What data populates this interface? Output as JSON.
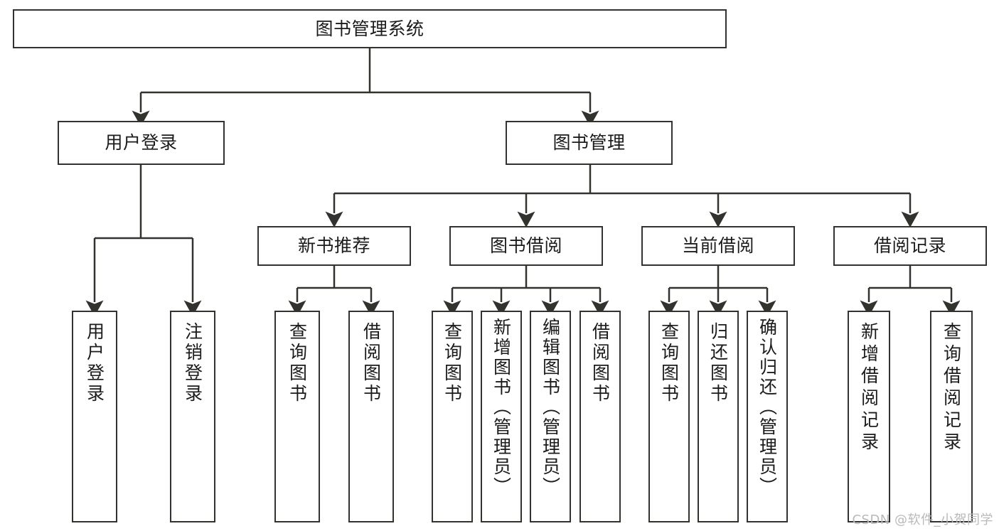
{
  "diagram": {
    "title": "图书管理系统",
    "type": "tree-hierarchy",
    "watermark": "CSDN @软件_小贺同学",
    "colors": {
      "stroke": "#32322f",
      "fill": "#ffffff",
      "text": "#1b1b1b",
      "watermark": "#b9b9b9"
    },
    "levels": {
      "root": {
        "label": "图书管理系统"
      },
      "level2": [
        {
          "id": "user-login",
          "label": "用户登录"
        },
        {
          "id": "book-management",
          "label": "图书管理"
        }
      ],
      "level3": [
        {
          "id": "new-book-recommend",
          "label": "新书推荐",
          "parent": "book-management"
        },
        {
          "id": "book-borrow",
          "label": "图书借阅",
          "parent": "book-management"
        },
        {
          "id": "current-borrow",
          "label": "当前借阅",
          "parent": "book-management"
        },
        {
          "id": "borrow-record",
          "label": "借阅记录",
          "parent": "book-management"
        }
      ],
      "leaves": {
        "user_login": [
          {
            "id": "leaf-user-login",
            "label": "用户登录"
          },
          {
            "id": "leaf-logout-login",
            "label": "注销登录"
          }
        ],
        "new_book_recommend": [
          {
            "id": "leaf-query-book-1",
            "label": "查询图书"
          },
          {
            "id": "leaf-borrow-book-1",
            "label": "借阅图书"
          }
        ],
        "book_borrow": [
          {
            "id": "leaf-query-book-2",
            "label": "查询图书"
          },
          {
            "id": "leaf-add-book",
            "label": "新增图书（管理员）"
          },
          {
            "id": "leaf-edit-book",
            "label": "编辑图书（管理员）"
          },
          {
            "id": "leaf-borrow-book-2",
            "label": "借阅图书"
          }
        ],
        "current_borrow": [
          {
            "id": "leaf-query-book-3",
            "label": "查询图书"
          },
          {
            "id": "leaf-return-book",
            "label": "归还图书"
          },
          {
            "id": "leaf-confirm-return",
            "label": "确认归还（管理员）"
          }
        ],
        "borrow_record": [
          {
            "id": "leaf-add-record",
            "label": "新增借阅记录"
          },
          {
            "id": "leaf-query-record",
            "label": "查询借阅记录"
          }
        ]
      }
    }
  }
}
